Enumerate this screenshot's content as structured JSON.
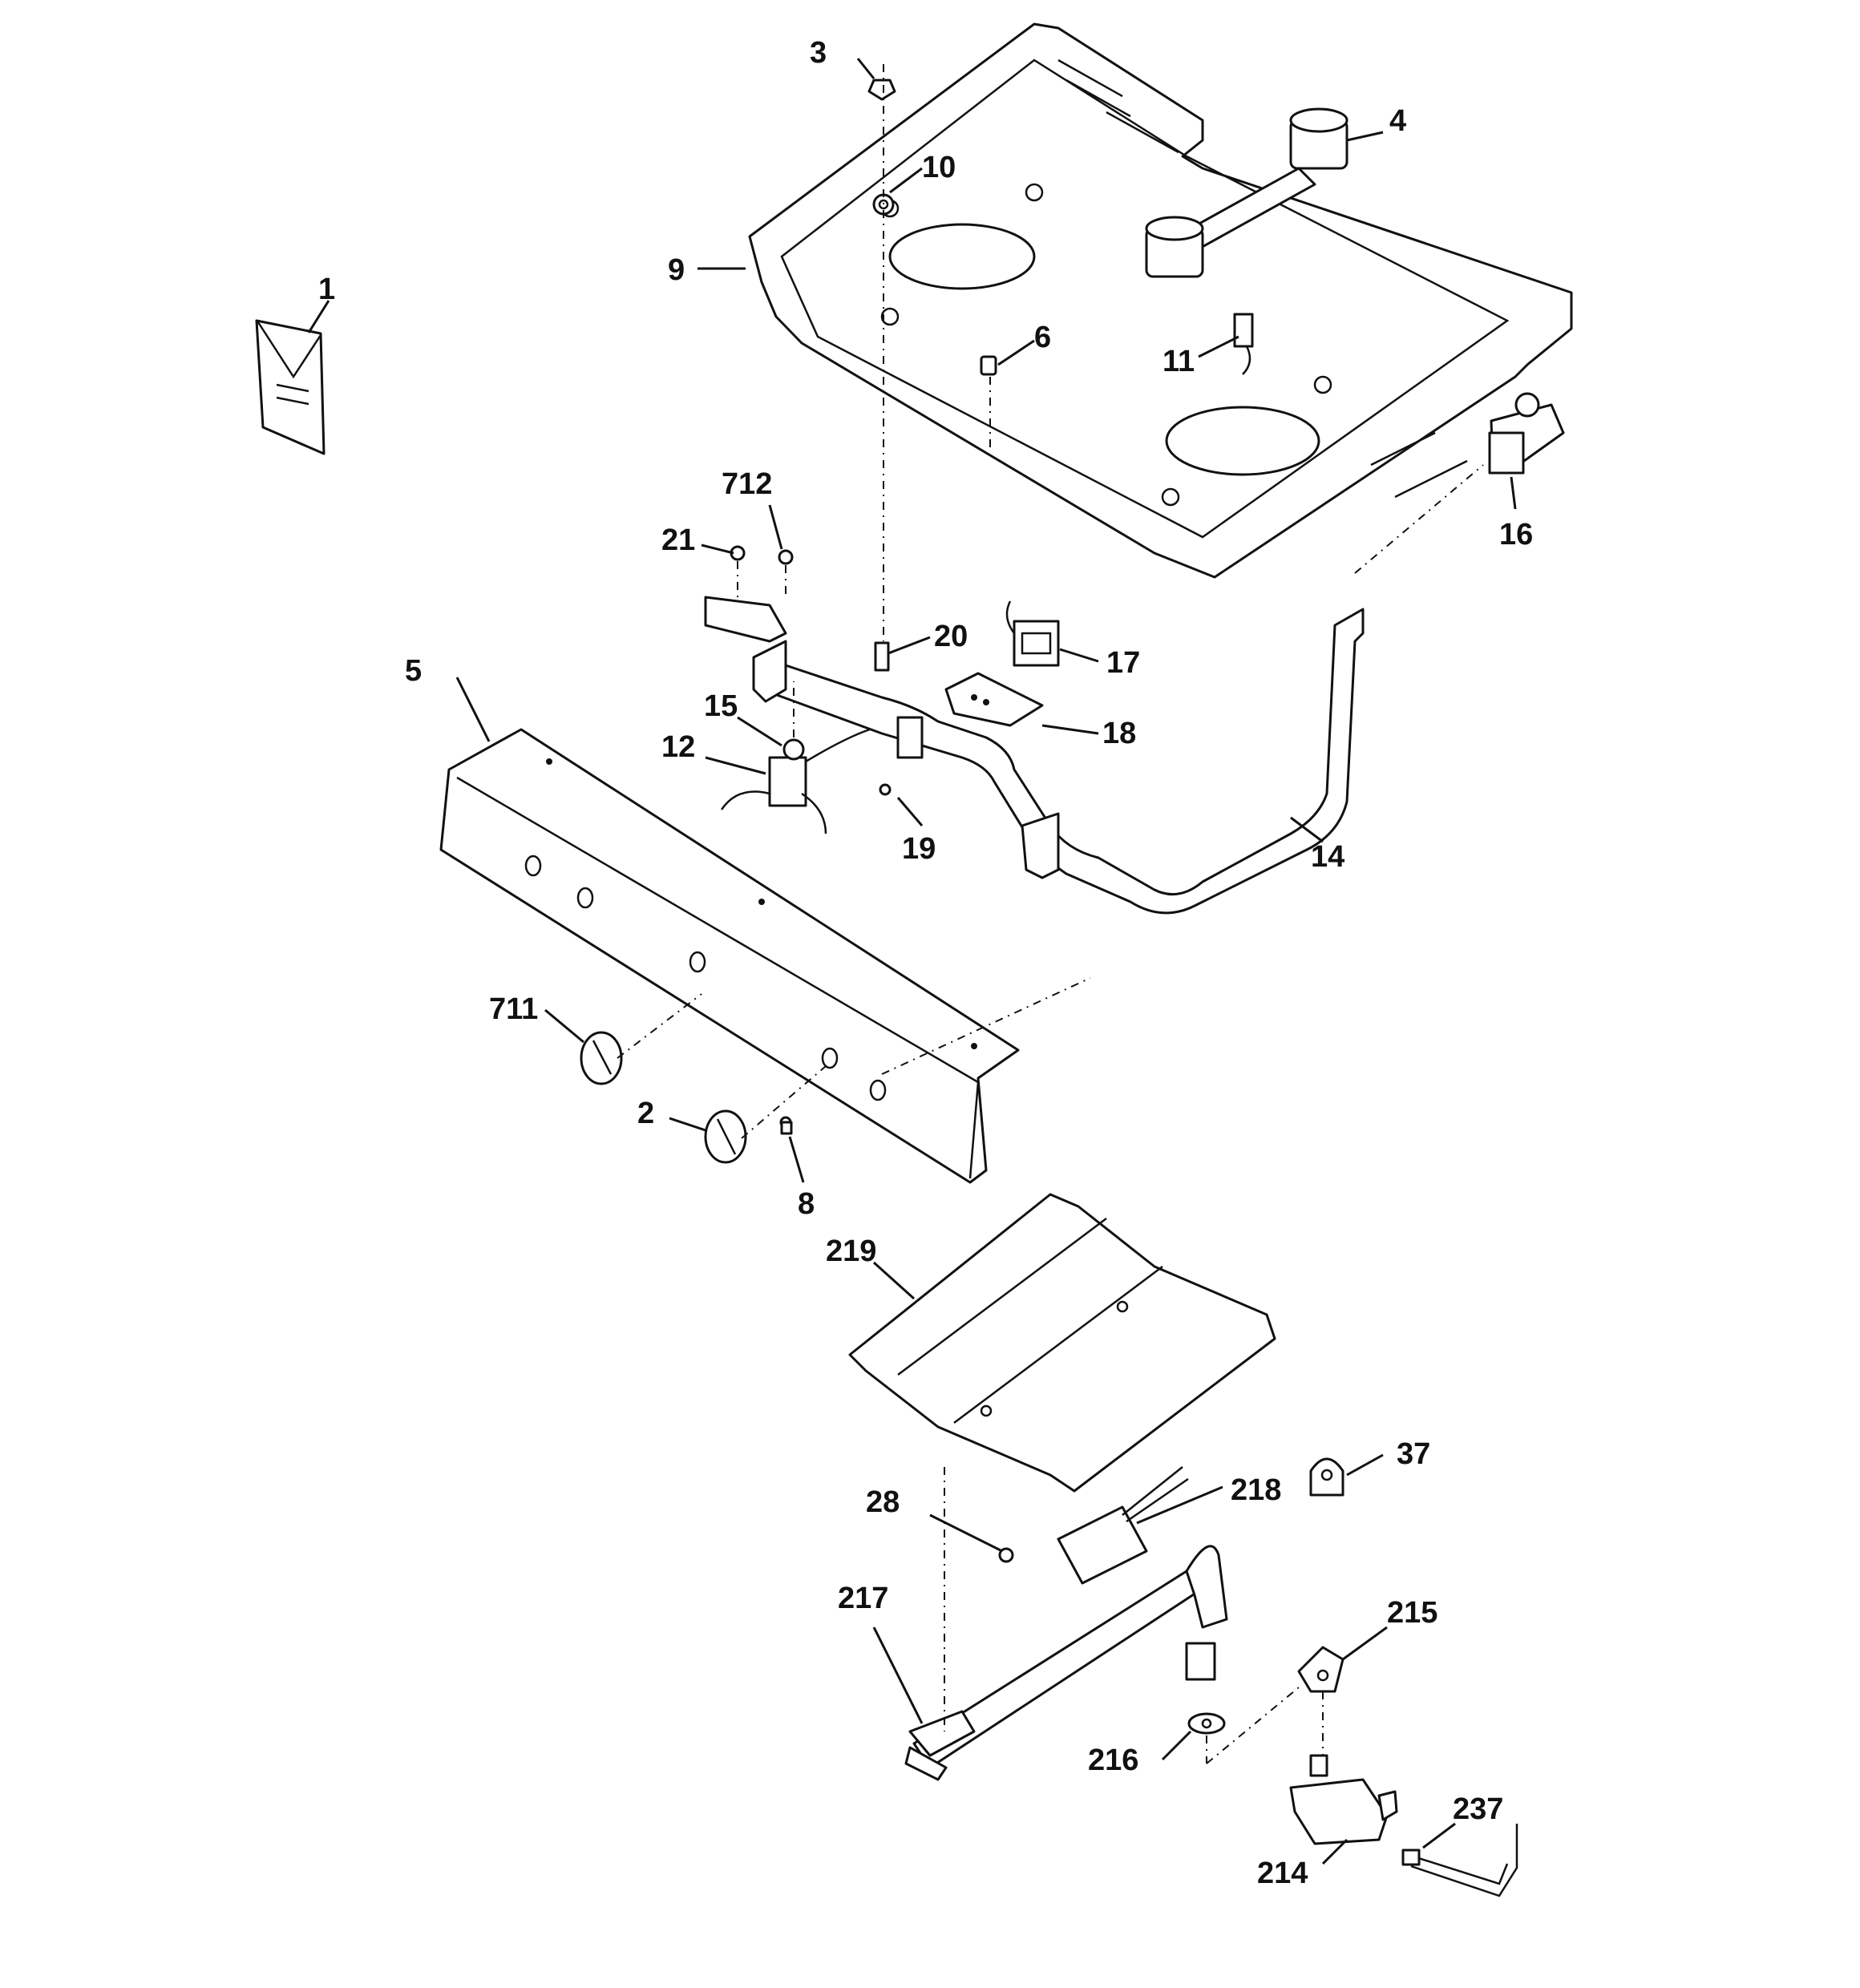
{
  "callouts": {
    "p1": "1",
    "p2": "2",
    "p3": "3",
    "p4": "4",
    "p5": "5",
    "p6": "6",
    "p8": "8",
    "p9": "9",
    "p10": "10",
    "p11": "11",
    "p12": "12",
    "p14": "14",
    "p15": "15",
    "p16": "16",
    "p17": "17",
    "p18": "18",
    "p19": "19",
    "p20": "20",
    "p21": "21",
    "p28": "28",
    "p37": "37",
    "p214": "214",
    "p215": "215",
    "p216": "216",
    "p217": "217",
    "p218": "218",
    "p219": "219",
    "p237": "237",
    "p711": "711",
    "p712": "712"
  }
}
